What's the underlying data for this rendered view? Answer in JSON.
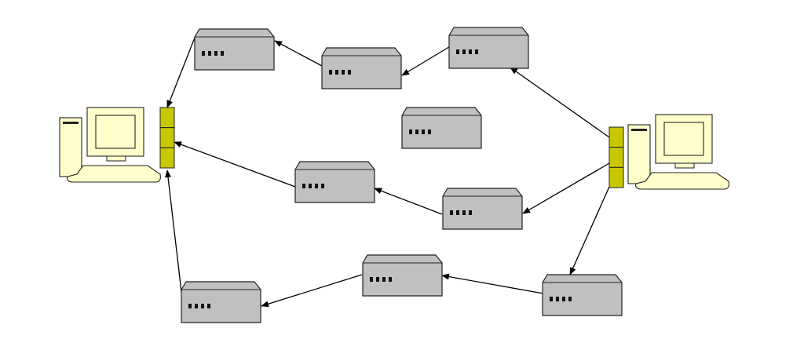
{
  "diagram": {
    "computers": [
      {
        "id": "left-host"
      },
      {
        "id": "right-host"
      }
    ],
    "network_ports": [
      {
        "id": "left-port-stack",
        "host": "left-host"
      },
      {
        "id": "right-port-stack",
        "host": "right-host"
      }
    ],
    "routers": [
      {
        "id": "router-top-left"
      },
      {
        "id": "router-top-middle"
      },
      {
        "id": "router-top-right"
      },
      {
        "id": "router-center-isolated"
      },
      {
        "id": "router-middle-left"
      },
      {
        "id": "router-middle-right"
      },
      {
        "id": "router-bottom-middle"
      },
      {
        "id": "router-bottom-right"
      },
      {
        "id": "router-bottom-left"
      }
    ],
    "links": [
      {
        "from": "right-port-stack",
        "to": "router-top-right"
      },
      {
        "from": "router-top-right",
        "to": "router-top-middle"
      },
      {
        "from": "router-top-middle",
        "to": "router-top-left"
      },
      {
        "from": "router-top-left",
        "to": "left-port-stack"
      },
      {
        "from": "right-port-stack",
        "to": "router-middle-right"
      },
      {
        "from": "router-middle-right",
        "to": "router-middle-left"
      },
      {
        "from": "router-middle-left",
        "to": "left-port-stack"
      },
      {
        "from": "right-port-stack",
        "to": "router-bottom-right"
      },
      {
        "from": "router-bottom-right",
        "to": "router-bottom-middle"
      },
      {
        "from": "router-bottom-middle",
        "to": "router-bottom-left"
      },
      {
        "from": "router-bottom-left",
        "to": "left-port-stack"
      }
    ],
    "colors": {
      "router_fill": "#c0c0c0",
      "router_stroke": "#222222",
      "computer_fill": "#ffffcc",
      "port_fill": "#c8c800",
      "arrow": "#000000"
    }
  }
}
